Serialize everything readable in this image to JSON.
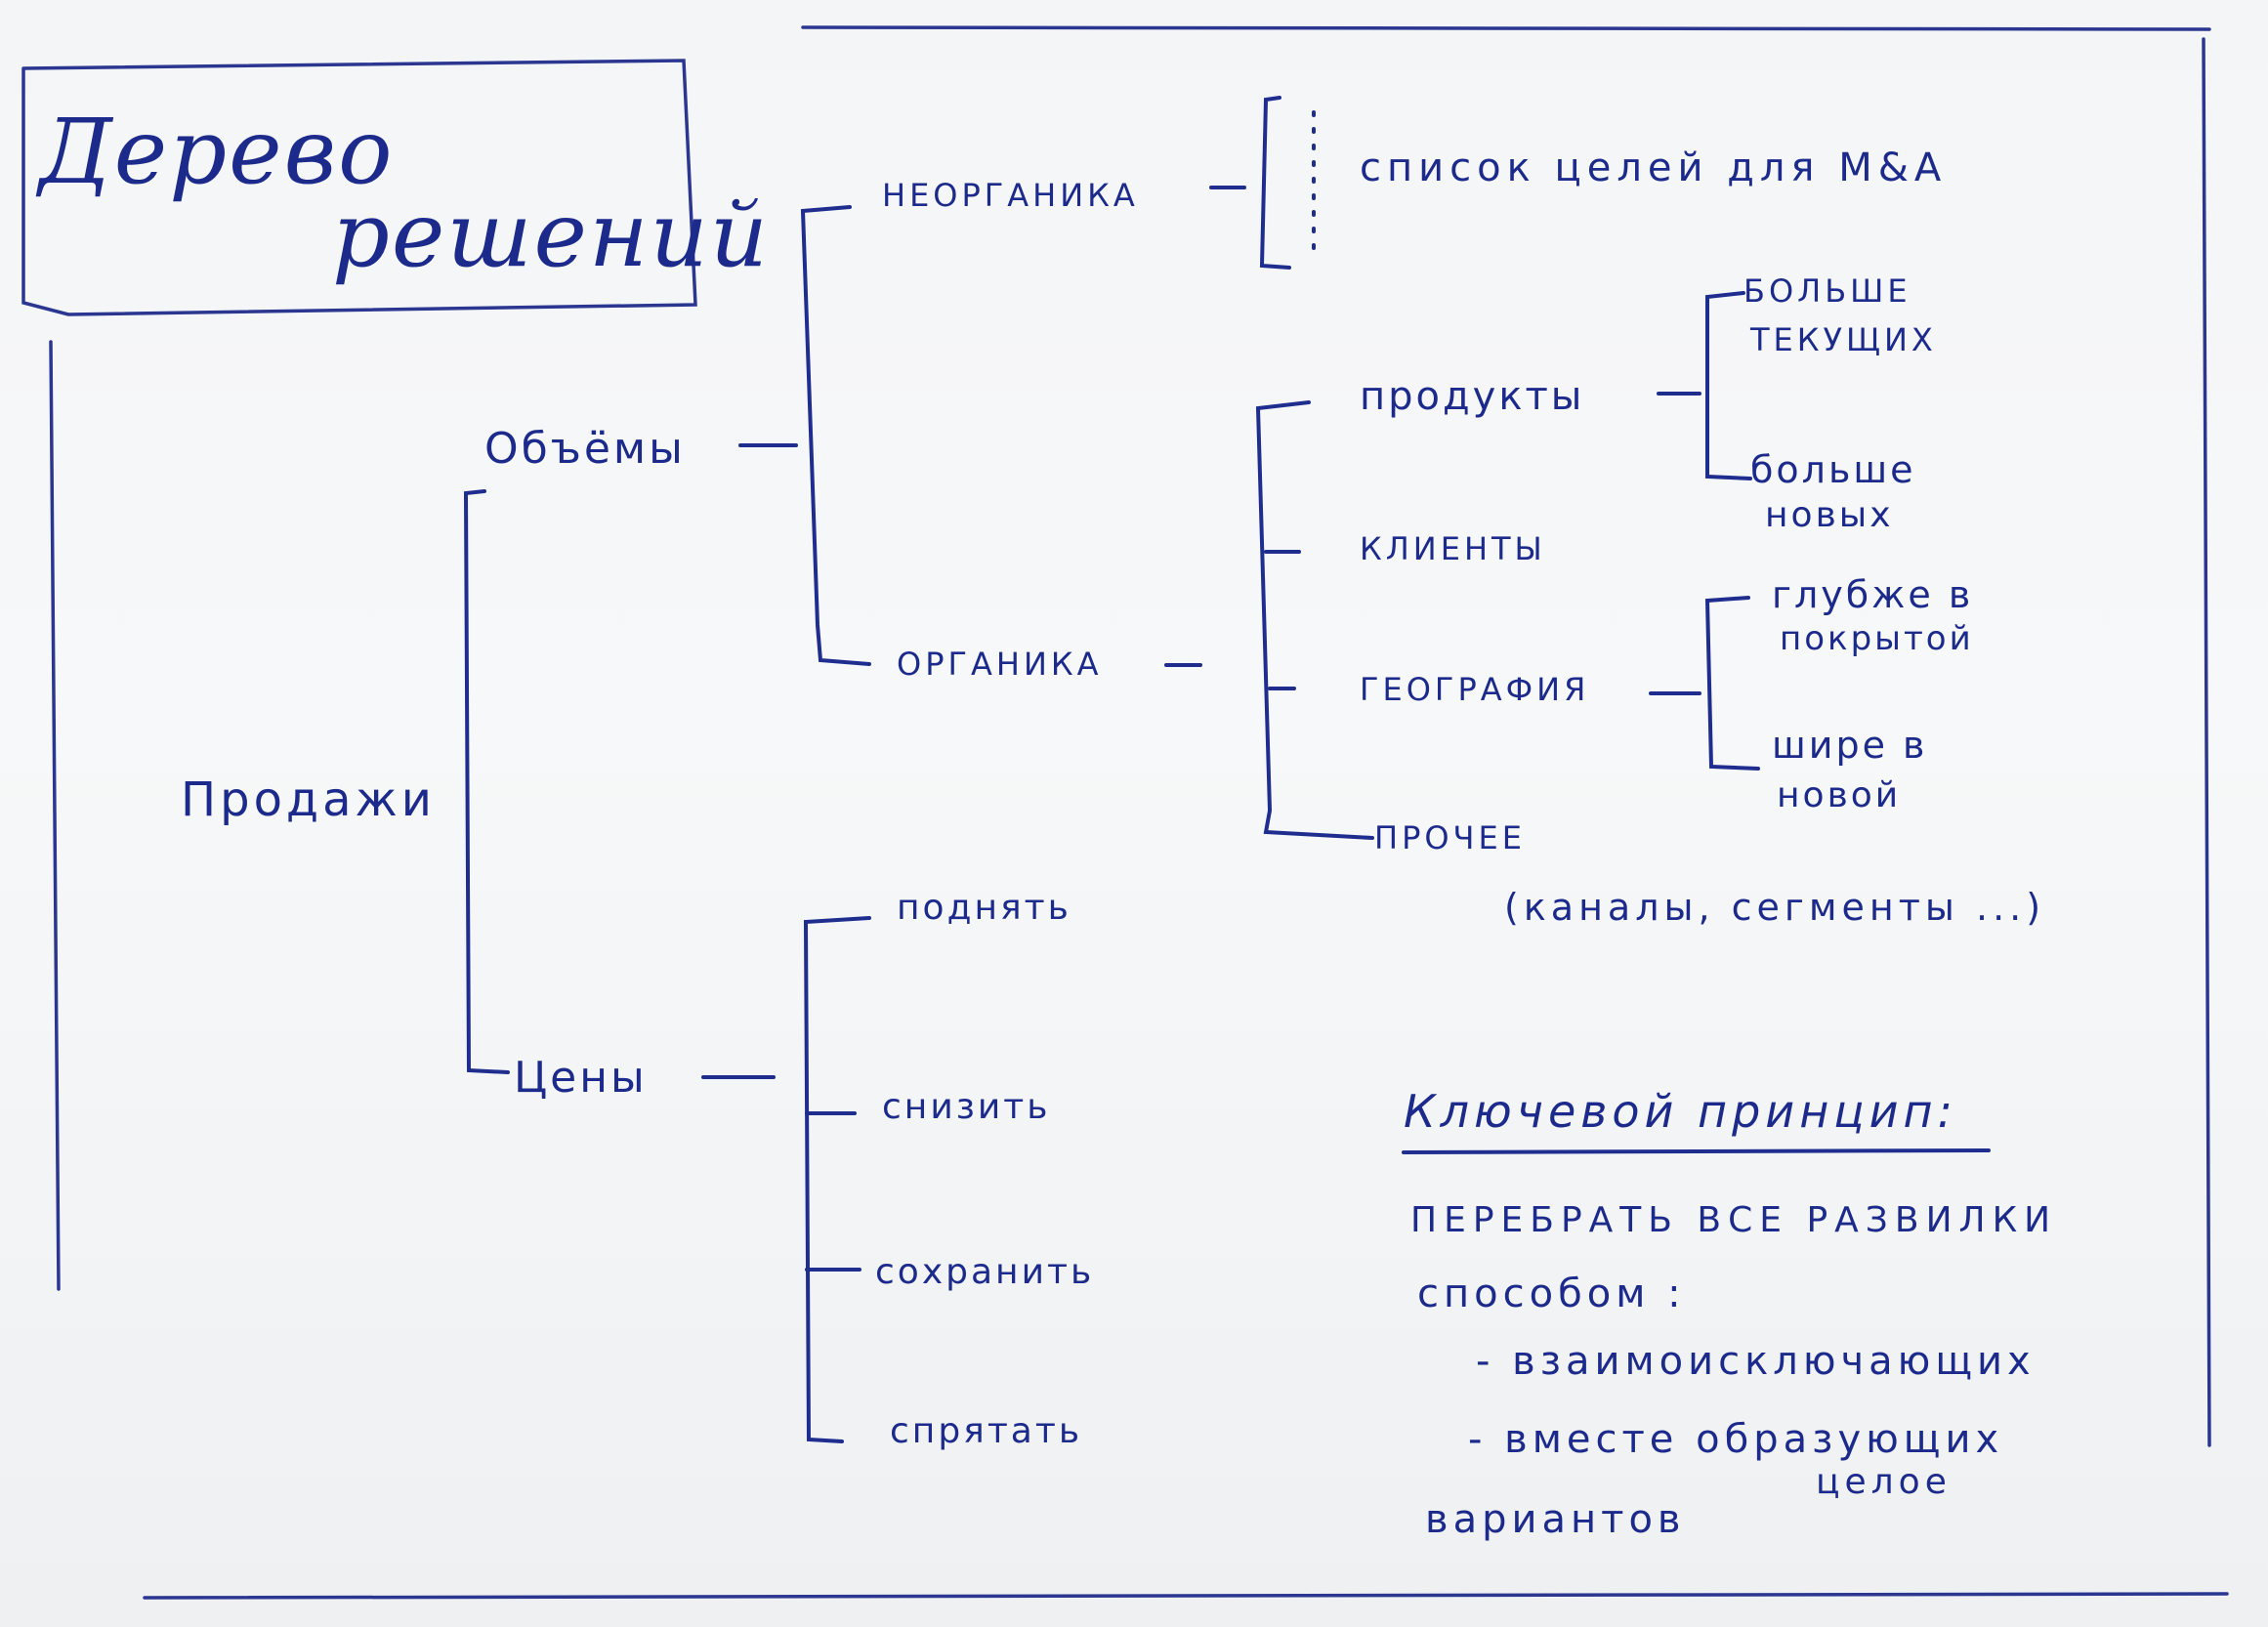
{
  "title": {
    "line1": "Дерево",
    "line2": "решений"
  },
  "tree": {
    "root": "Продажи",
    "volumes": {
      "label": "Объёмы",
      "inorganic": {
        "label": "Неорганика",
        "child": "список целей для M&A"
      },
      "organic": {
        "label": "Органика",
        "products": {
          "label": "продукты",
          "more_current": [
            "больше",
            "текущих"
          ],
          "more_new": [
            "больше",
            "новых"
          ]
        },
        "clients": {
          "label": "клиенты"
        },
        "geography": {
          "label": "география",
          "deeper": [
            "глубже в",
            "покрытой"
          ],
          "wider": [
            "шире в",
            "новой"
          ]
        },
        "other": {
          "label": "прочее",
          "note": "(каналы, сегменты ...)"
        }
      }
    },
    "prices": {
      "label": "Цены",
      "options": [
        "поднять",
        "снизить",
        "сохранить",
        "спрятать"
      ]
    }
  },
  "principle": {
    "heading": "Ключевой принцип:",
    "line1": "перебрать все развилки",
    "line2": "способом :",
    "bullet1": "- взаимоисключающих",
    "bullet2": "- вместе образующих",
    "bullet2_cont": "целое",
    "line_last": "вариантов"
  }
}
